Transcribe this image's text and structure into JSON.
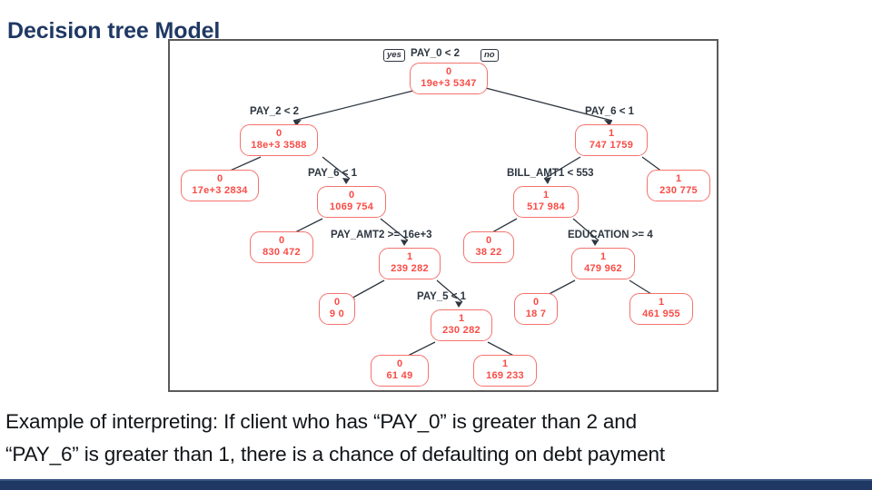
{
  "slide": {
    "title": "Decision tree Model",
    "accent_color": "#1f3864",
    "caption_line1": "Example of interpreting: If client who has “PAY_0” is greater than 2 and",
    "caption_line2": "“PAY_6” is greater than 1, there is a chance of defaulting on debt payment"
  },
  "figure": {
    "node_color": "#fa4b45",
    "label_color": "#2d3640",
    "branch_tags": {
      "yes": "yes",
      "no": "no"
    }
  },
  "chart_data": {
    "type": "tree",
    "title": "Decision tree Model",
    "node_value_format": "class / count_class0 count_class1",
    "split_labels": [
      "PAY_0 < 2",
      "PAY_2 < 2",
      "PAY_6 < 1",
      "PAY_6 < 1",
      "PAY_AMT2 >= 16e+3",
      "PAY_5 < 1",
      "BILL_AMT1 < 553",
      "EDUCATION >= 4"
    ],
    "nodes": [
      {
        "id": "n0",
        "class": "0",
        "counts": "19e+3  5347",
        "split": "PAY_0 < 2"
      },
      {
        "id": "n1",
        "class": "0",
        "counts": "18e+3  3588",
        "split": "PAY_2 < 2"
      },
      {
        "id": "n2",
        "class": "1",
        "counts": "747  1759",
        "split": "PAY_6 < 1"
      },
      {
        "id": "n3",
        "class": "0",
        "counts": "17e+3  2834",
        "split": ""
      },
      {
        "id": "n4",
        "class": "0",
        "counts": "1069  754",
        "split": "PAY_6 < 1"
      },
      {
        "id": "n5",
        "class": "1",
        "counts": "517  984",
        "split": "BILL_AMT1 < 553"
      },
      {
        "id": "n6",
        "class": "1",
        "counts": "230  775",
        "split": ""
      },
      {
        "id": "n7",
        "class": "0",
        "counts": "830  472",
        "split": ""
      },
      {
        "id": "n8",
        "class": "1",
        "counts": "239  282",
        "split": "PAY_AMT2 >= 16e+3"
      },
      {
        "id": "n9",
        "class": "0",
        "counts": "38  22",
        "split": ""
      },
      {
        "id": "n10",
        "class": "1",
        "counts": "479  962",
        "split": "EDUCATION >= 4"
      },
      {
        "id": "n11",
        "class": "0",
        "counts": "9  0",
        "split": ""
      },
      {
        "id": "n12",
        "class": "1",
        "counts": "230  282",
        "split": "PAY_5 < 1"
      },
      {
        "id": "n13",
        "class": "0",
        "counts": "18  7",
        "split": ""
      },
      {
        "id": "n14",
        "class": "1",
        "counts": "461  955",
        "split": ""
      },
      {
        "id": "n15",
        "class": "0",
        "counts": "61  49",
        "split": ""
      },
      {
        "id": "n16",
        "class": "1",
        "counts": "169  233",
        "split": ""
      }
    ],
    "edges": [
      {
        "from": "n0",
        "to": "n1",
        "branch": "yes"
      },
      {
        "from": "n0",
        "to": "n2",
        "branch": "no"
      },
      {
        "from": "n1",
        "to": "n3",
        "branch": "yes"
      },
      {
        "from": "n1",
        "to": "n4",
        "branch": "no"
      },
      {
        "from": "n4",
        "to": "n7",
        "branch": "yes"
      },
      {
        "from": "n4",
        "to": "n8",
        "branch": "no"
      },
      {
        "from": "n8",
        "to": "n11",
        "branch": "yes"
      },
      {
        "from": "n8",
        "to": "n12",
        "branch": "no"
      },
      {
        "from": "n12",
        "to": "n15",
        "branch": "yes"
      },
      {
        "from": "n12",
        "to": "n16",
        "branch": "no"
      },
      {
        "from": "n2",
        "to": "n5",
        "branch": "yes"
      },
      {
        "from": "n2",
        "to": "n6",
        "branch": "no"
      },
      {
        "from": "n5",
        "to": "n9",
        "branch": "yes"
      },
      {
        "from": "n5",
        "to": "n10",
        "branch": "no"
      },
      {
        "from": "n10",
        "to": "n13",
        "branch": "yes"
      },
      {
        "from": "n10",
        "to": "n14",
        "branch": "no"
      }
    ]
  }
}
